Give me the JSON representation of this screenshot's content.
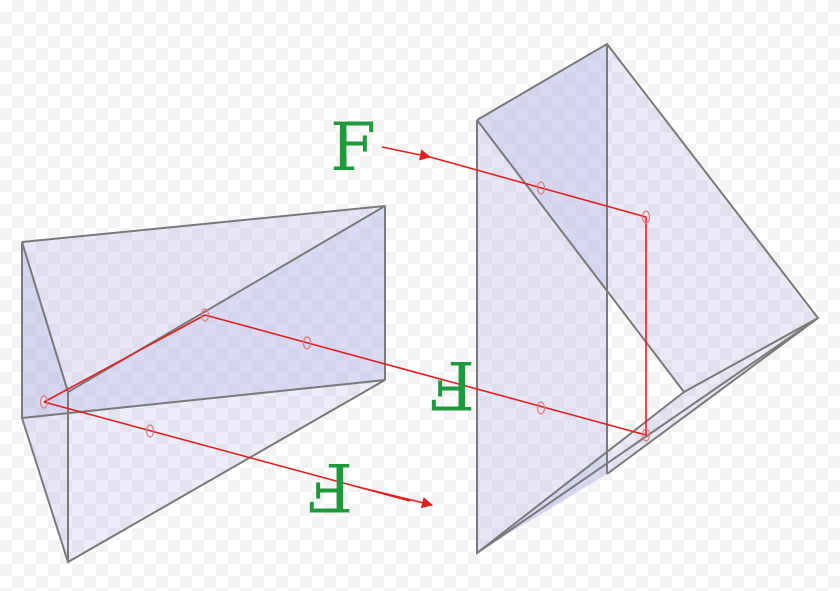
{
  "labels": {
    "top_left_letter": "F",
    "center_letter": "F",
    "bottom_letter": "F"
  },
  "colors": {
    "prism_fill": "#b8b8e6",
    "prism_edge": "#7a7a7a",
    "ray": "#e02020",
    "letter": "#1e9a3c"
  }
}
